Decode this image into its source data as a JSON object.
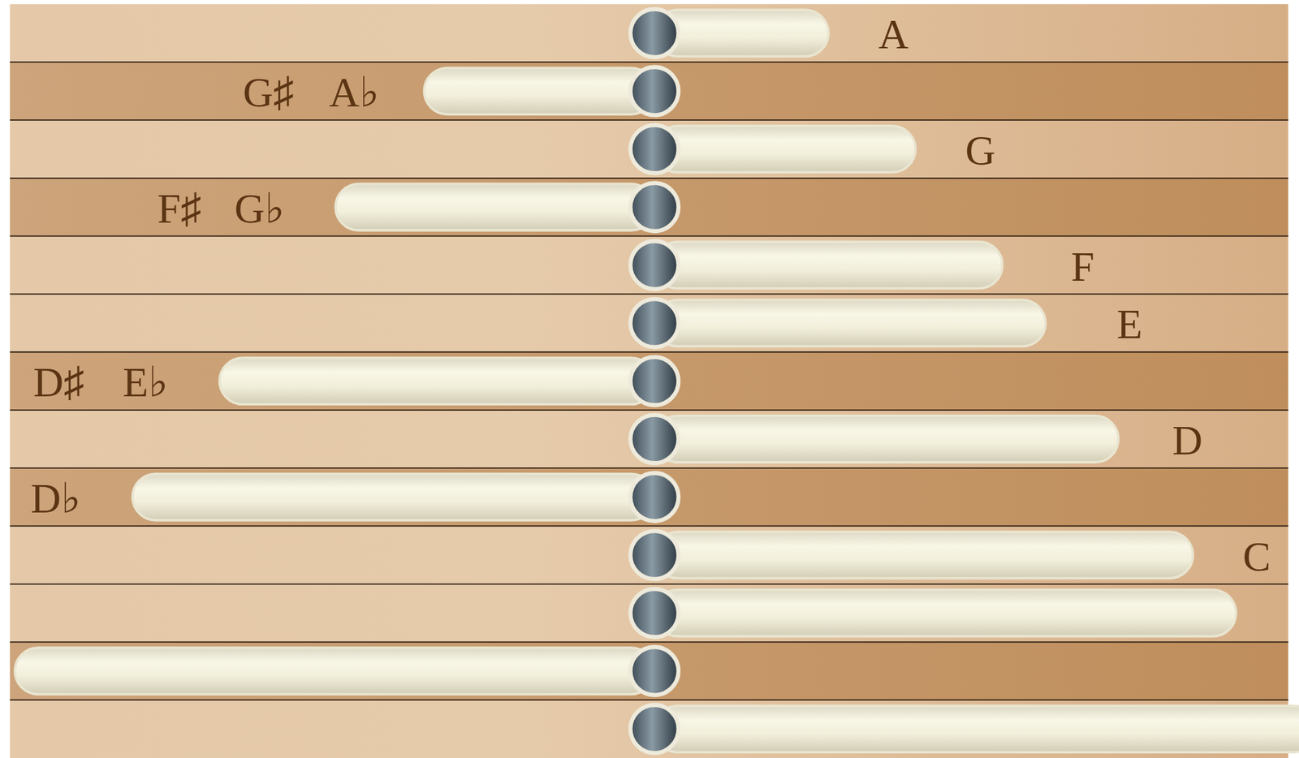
{
  "diagram": {
    "labels": [
      "A",
      "G♯",
      "A♭",
      "G",
      "F♯",
      "G♭",
      "F",
      "E",
      "D♯",
      "E♭",
      "D",
      "D♭",
      "C"
    ]
  }
}
